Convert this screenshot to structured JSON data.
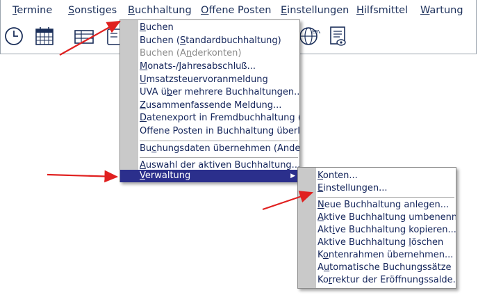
{
  "menubar": {
    "items": [
      {
        "pre": "",
        "u": "T",
        "post": "ermine"
      },
      {
        "pre": "",
        "u": "S",
        "post": "onstiges"
      },
      {
        "pre": "",
        "u": "B",
        "post": "uchhaltung"
      },
      {
        "pre": "",
        "u": "O",
        "post": "ffene Posten"
      },
      {
        "pre": "",
        "u": "E",
        "post": "instellungen"
      },
      {
        "pre": "",
        "u": "H",
        "post": "ilfsmittel"
      },
      {
        "pre": "",
        "u": "W",
        "post": "artung"
      }
    ]
  },
  "toolbar": {
    "icons": [
      "clock-icon",
      "calendar-icon",
      "table-icon",
      "device-icon",
      "globe-icon",
      "document-icon"
    ],
    "erv_label": "ERV"
  },
  "buchhaltung_menu": {
    "items": [
      {
        "pre": "",
        "u": "B",
        "post": "uchen",
        "disabled": false
      },
      {
        "pre": "Buchen (",
        "u": "S",
        "post": "tandardbuchhaltung)",
        "disabled": false
      },
      {
        "pre": "Buchen (A",
        "u": "n",
        "post": "derkonten)",
        "disabled": true
      },
      {
        "pre": "",
        "u": "M",
        "post": "onats-/Jahresabschluß...",
        "disabled": false
      },
      {
        "pre": "",
        "u": "U",
        "post": "msatzsteuervoranmeldung",
        "disabled": false
      },
      {
        "pre": "UVA ü",
        "u": "b",
        "post": "er mehrere Buchhaltungen...",
        "disabled": false
      },
      {
        "pre": "",
        "u": "Z",
        "post": "usammenfassende Meldung...",
        "disabled": false
      },
      {
        "pre": "",
        "u": "D",
        "post": "atenexport in Fremdbuchhaltung (...",
        "disabled": false
      },
      {
        "pre": "Offene Posten in Buchhaltung überl...",
        "u": "",
        "post": "",
        "disabled": false
      },
      {
        "pre": "Bu",
        "u": "c",
        "post": "hungsdaten übernehmen (Ander...",
        "disabled": false
      },
      {
        "pre": "",
        "u": "A",
        "post": "uswahl der aktiven Buchhaltung...",
        "disabled": false
      },
      {
        "pre": "",
        "u": "V",
        "post": "erwaltung",
        "disabled": false
      }
    ]
  },
  "verwaltung_menu": {
    "items": [
      {
        "pre": "",
        "u": "K",
        "post": "onten..."
      },
      {
        "pre": "",
        "u": "E",
        "post": "instellungen..."
      },
      {
        "pre": "",
        "u": "N",
        "post": "eue Buchhaltung anlegen..."
      },
      {
        "pre": "",
        "u": "A",
        "post": "ktive Buchhaltung umbenenn..."
      },
      {
        "pre": "Akt",
        "u": "i",
        "post": "ve Buchhaltung kopieren..."
      },
      {
        "pre": "Aktive Buchhaltung ",
        "u": "l",
        "post": "öschen"
      },
      {
        "pre": "K",
        "u": "o",
        "post": "ntenrahmen übernehmen..."
      },
      {
        "pre": "A",
        "u": "u",
        "post": "tomatische Buchungssätze"
      },
      {
        "pre": "Ko",
        "u": "r",
        "post": "rektur der Eröffnungssalde..."
      }
    ]
  },
  "colors": {
    "highlight": "#2b2f8c",
    "arrow": "#e0201f",
    "gutter": "#c9c9c9"
  }
}
